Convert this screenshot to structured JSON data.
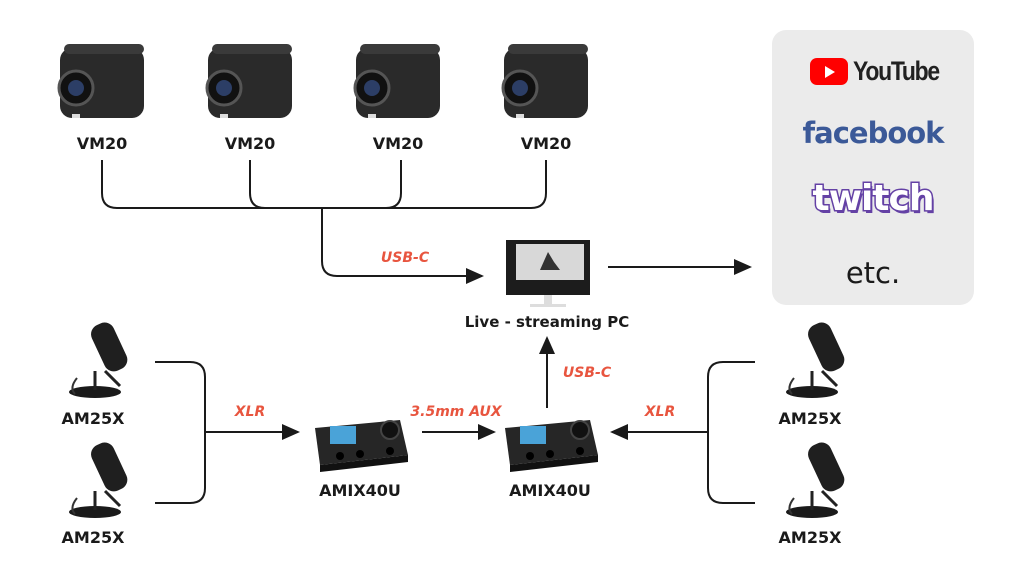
{
  "cameras": [
    {
      "label": "VM20"
    },
    {
      "label": "VM20"
    },
    {
      "label": "VM20"
    },
    {
      "label": "VM20"
    }
  ],
  "pc": {
    "label": "Live - streaming PC"
  },
  "mics_left": [
    {
      "label": "AM25X"
    },
    {
      "label": "AM25X"
    }
  ],
  "mics_right": [
    {
      "label": "AM25X"
    },
    {
      "label": "AM25X"
    }
  ],
  "mixers": [
    {
      "label": "AMIX40U"
    },
    {
      "label": "AMIX40U"
    }
  ],
  "connections": {
    "cameras_to_pc": "USB-C",
    "mics_left_to_mixer": "XLR",
    "mixer_to_mixer": "3.5mm AUX",
    "mixer_to_pc": "USB-C",
    "mics_right_to_mixer": "XLR"
  },
  "platforms": {
    "youtube": "YouTube",
    "facebook": "facebook",
    "twitch": "twitch",
    "etc": "etc."
  },
  "colors": {
    "connection_label": "#e8553f",
    "line": "#1a1a1a",
    "panel": "#ebebeb",
    "youtube": "#ff0000",
    "facebook": "#3b5998",
    "twitch": "#6441a5"
  }
}
